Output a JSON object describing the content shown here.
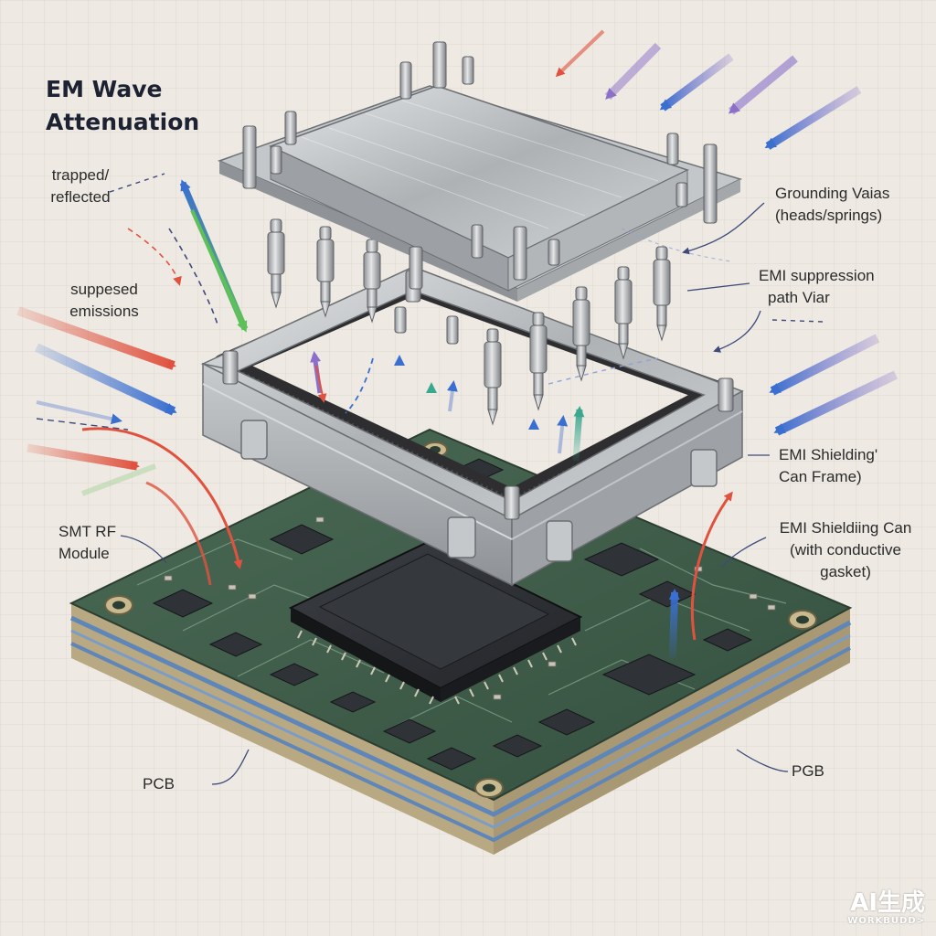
{
  "title": {
    "line1": "EM Wave",
    "line2": "Attenuation"
  },
  "labels": {
    "trapped_line1": "trapped/",
    "trapped_line2": "reflected",
    "suppressed_line1": "suppesed",
    "suppressed_line2": "emissions",
    "smt_line1": "SMT RF",
    "smt_line2": "Module",
    "pcb_left": "PCB",
    "grounding_line1": "Grounding Vaias",
    "grounding_line2": "(heads/springs)",
    "emi_path_line1": "EMI suppression",
    "emi_path_line2": "path Viar",
    "can_frame_line1": "EMI Shielding'",
    "can_frame_line2": "Can Frame)",
    "can_gasket_line1": "EMI Shieldiing Can",
    "can_gasket_line2": "(with conductive",
    "can_gasket_line3": "gasket)",
    "pcb_right": "PGB"
  },
  "watermark": {
    "line1": "AI生成",
    "line2": "WORKBUDD>"
  },
  "colors": {
    "pcb_green": "#3f5a48",
    "metal": "#b9bcbe",
    "gasket": "#2e2e30",
    "chip": "#2d2f33",
    "wave_red": "#e0523f",
    "wave_blue": "#3a6fd0",
    "wave_purple": "#8b6fc9",
    "wave_green": "#5fc05a",
    "wave_teal": "#3aa78f"
  }
}
